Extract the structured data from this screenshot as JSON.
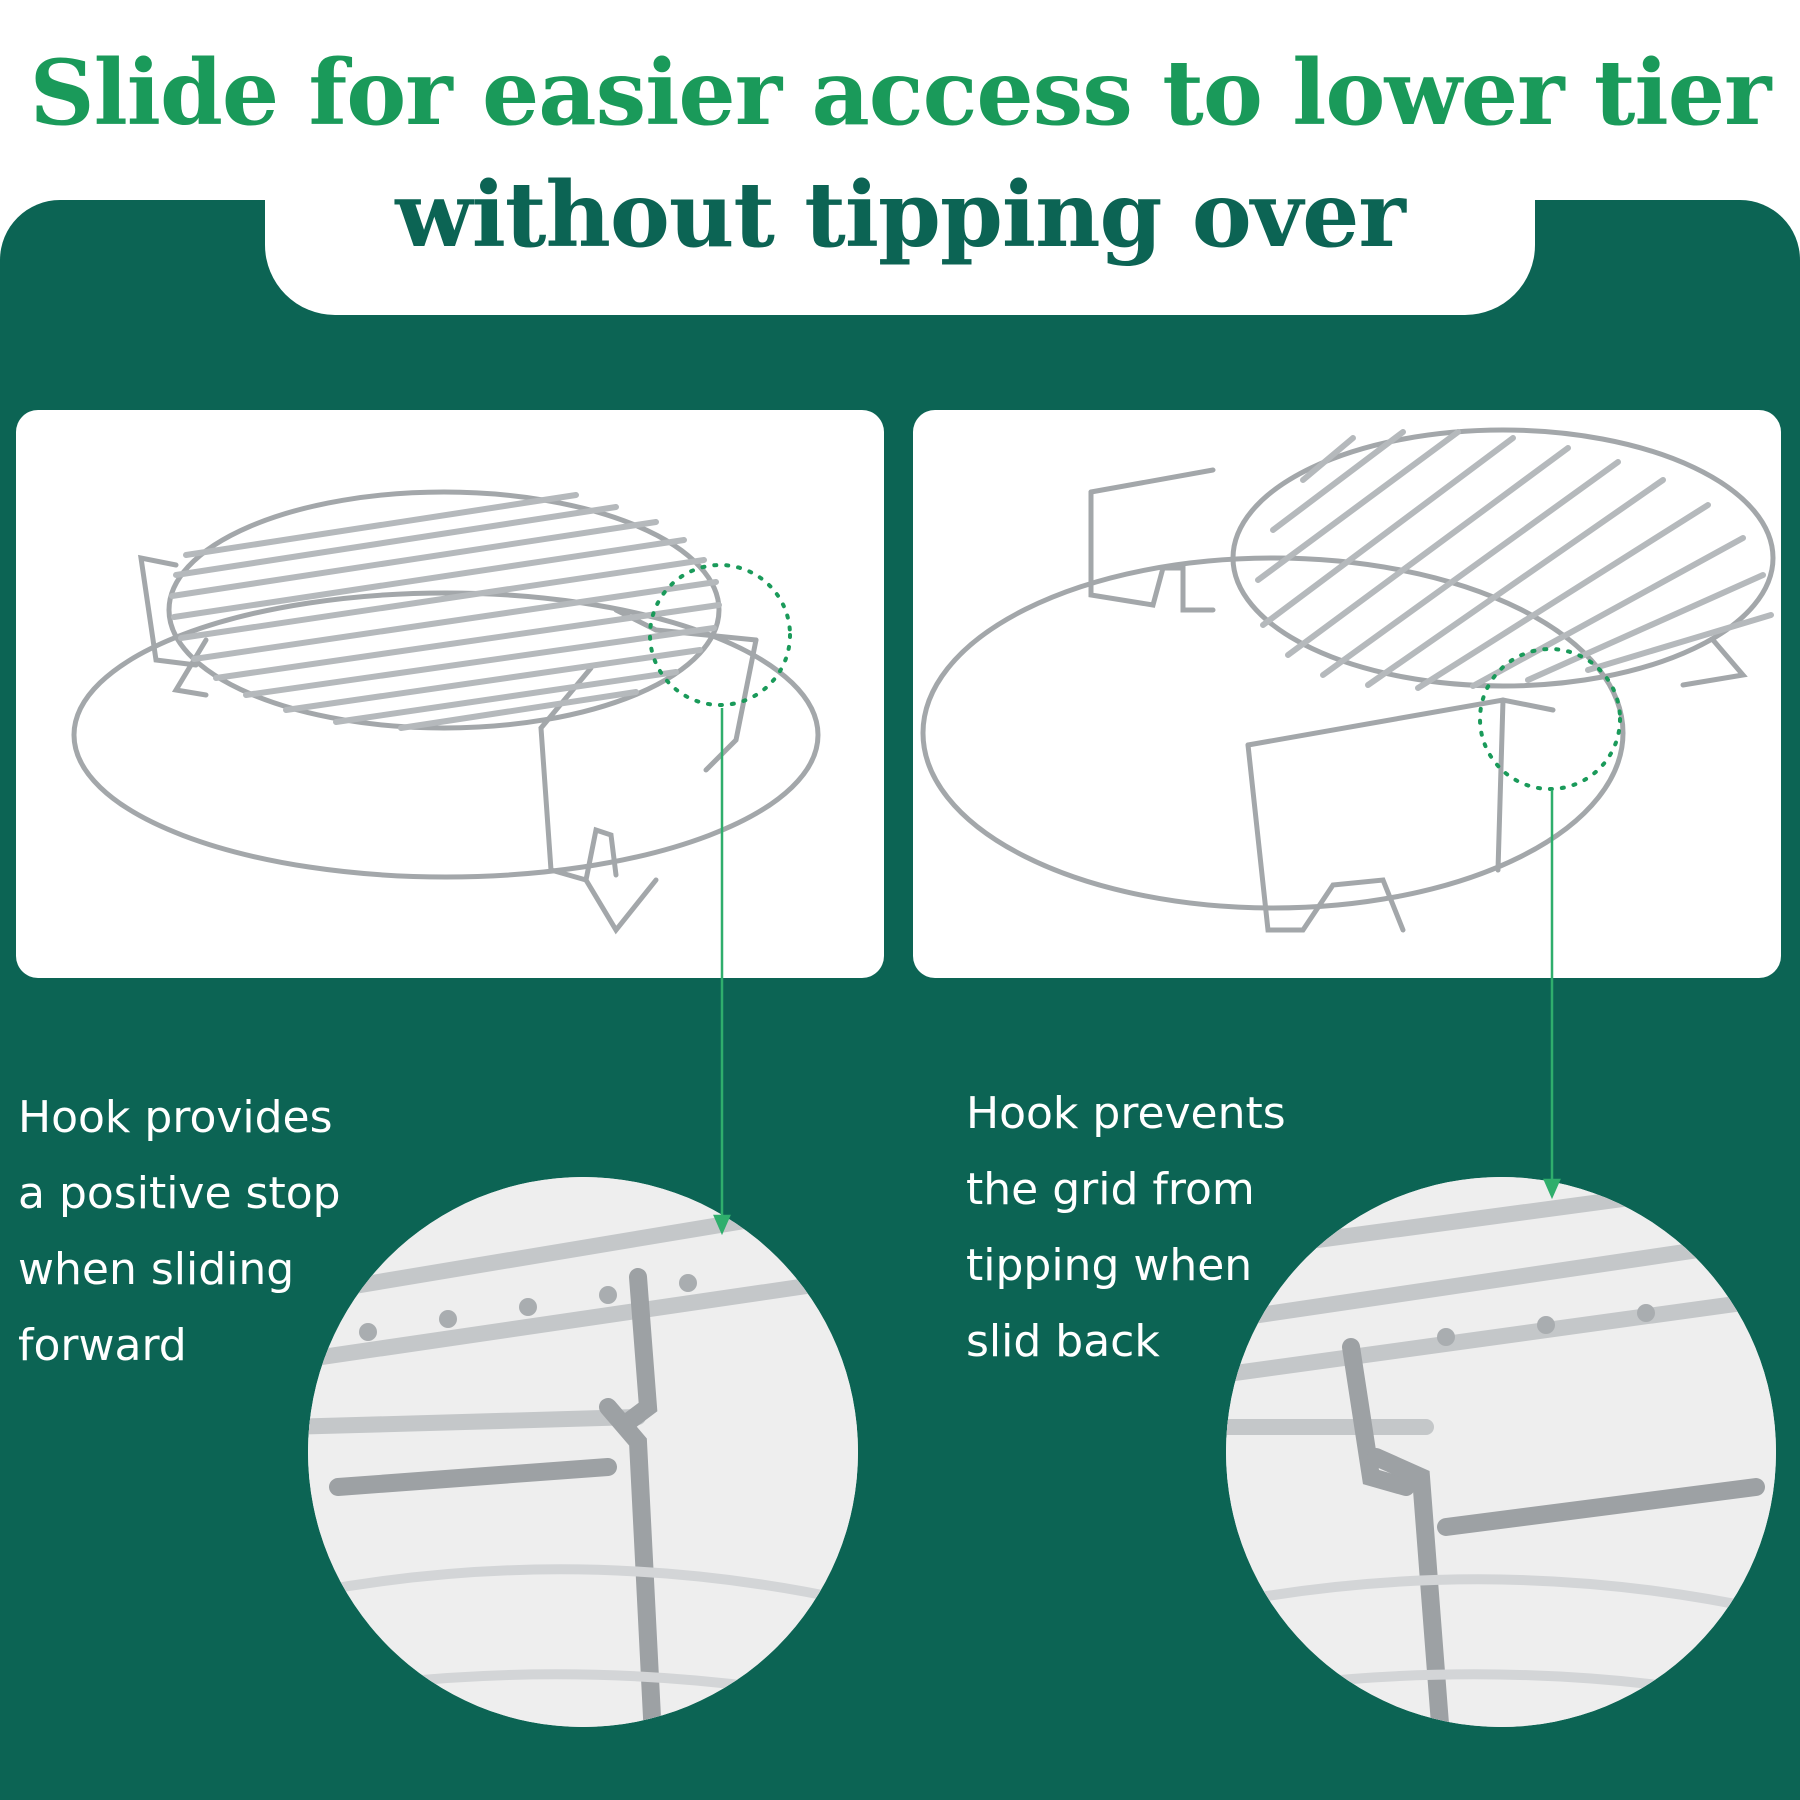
{
  "headline": {
    "line1": "Slide for easier access to lower tier",
    "line2": "without tipping over"
  },
  "captions": {
    "left": [
      "Hook provides",
      "a positive stop",
      "when sliding",
      "forward"
    ],
    "right": [
      "Hook prevents",
      "the grid from",
      "tipping when",
      "slid back"
    ]
  },
  "colors": {
    "brand_dark_green": "#0c6454",
    "accent_green": "#1a9a5a",
    "card_white": "#ffffff",
    "steel": "#a9adb0"
  }
}
